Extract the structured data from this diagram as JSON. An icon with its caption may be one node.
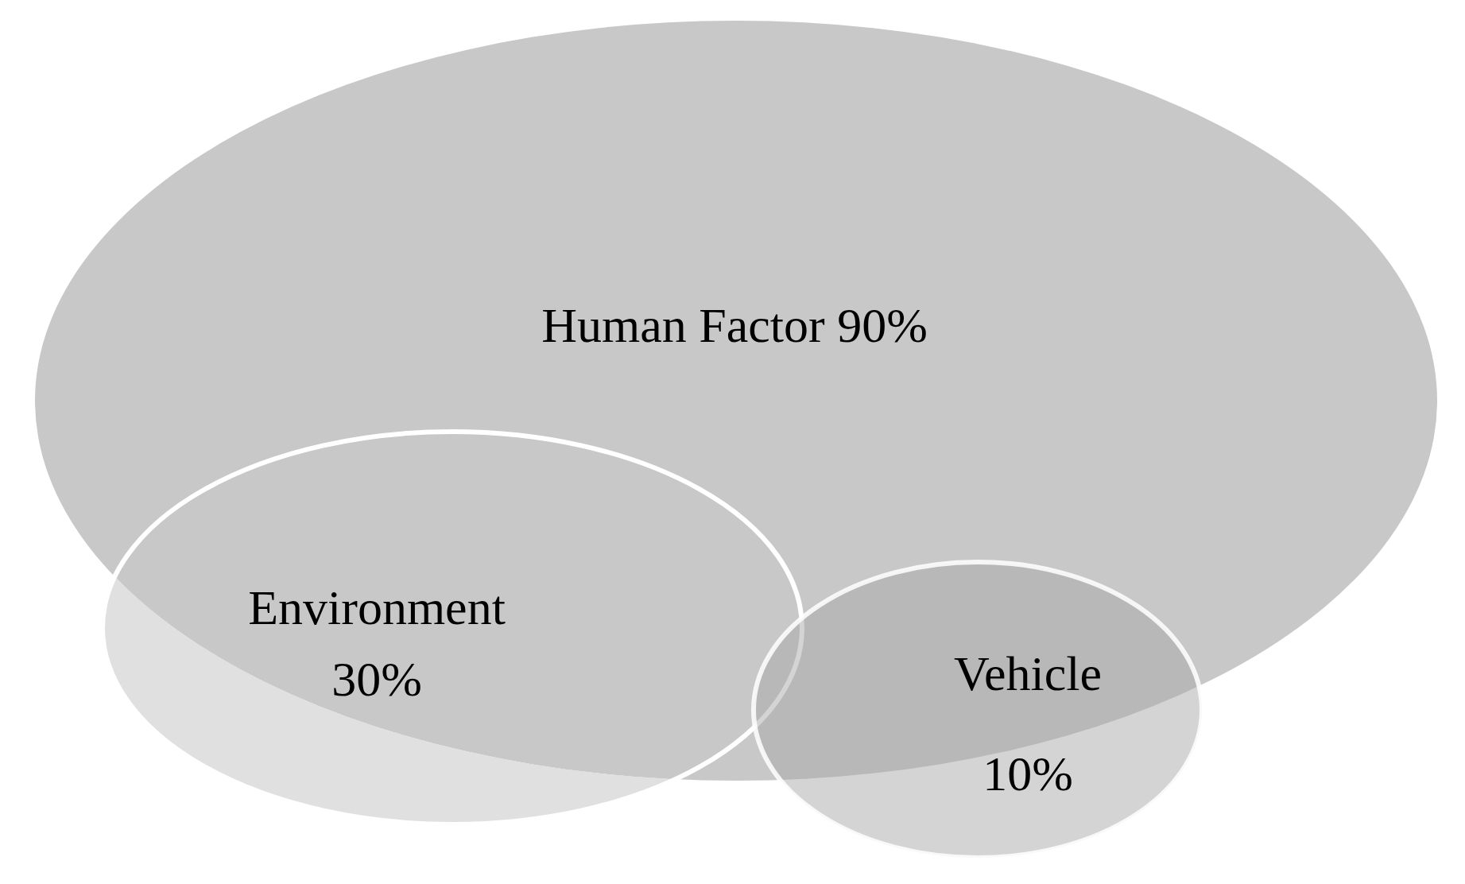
{
  "diagram": {
    "nodes": [
      {
        "text": [
          "Human Factor 90%"
        ]
      },
      {
        "text": [
          "Environment 30%"
        ]
      },
      {
        "text": [
          "Vehicle 10%"
        ]
      }
    ]
  }
}
